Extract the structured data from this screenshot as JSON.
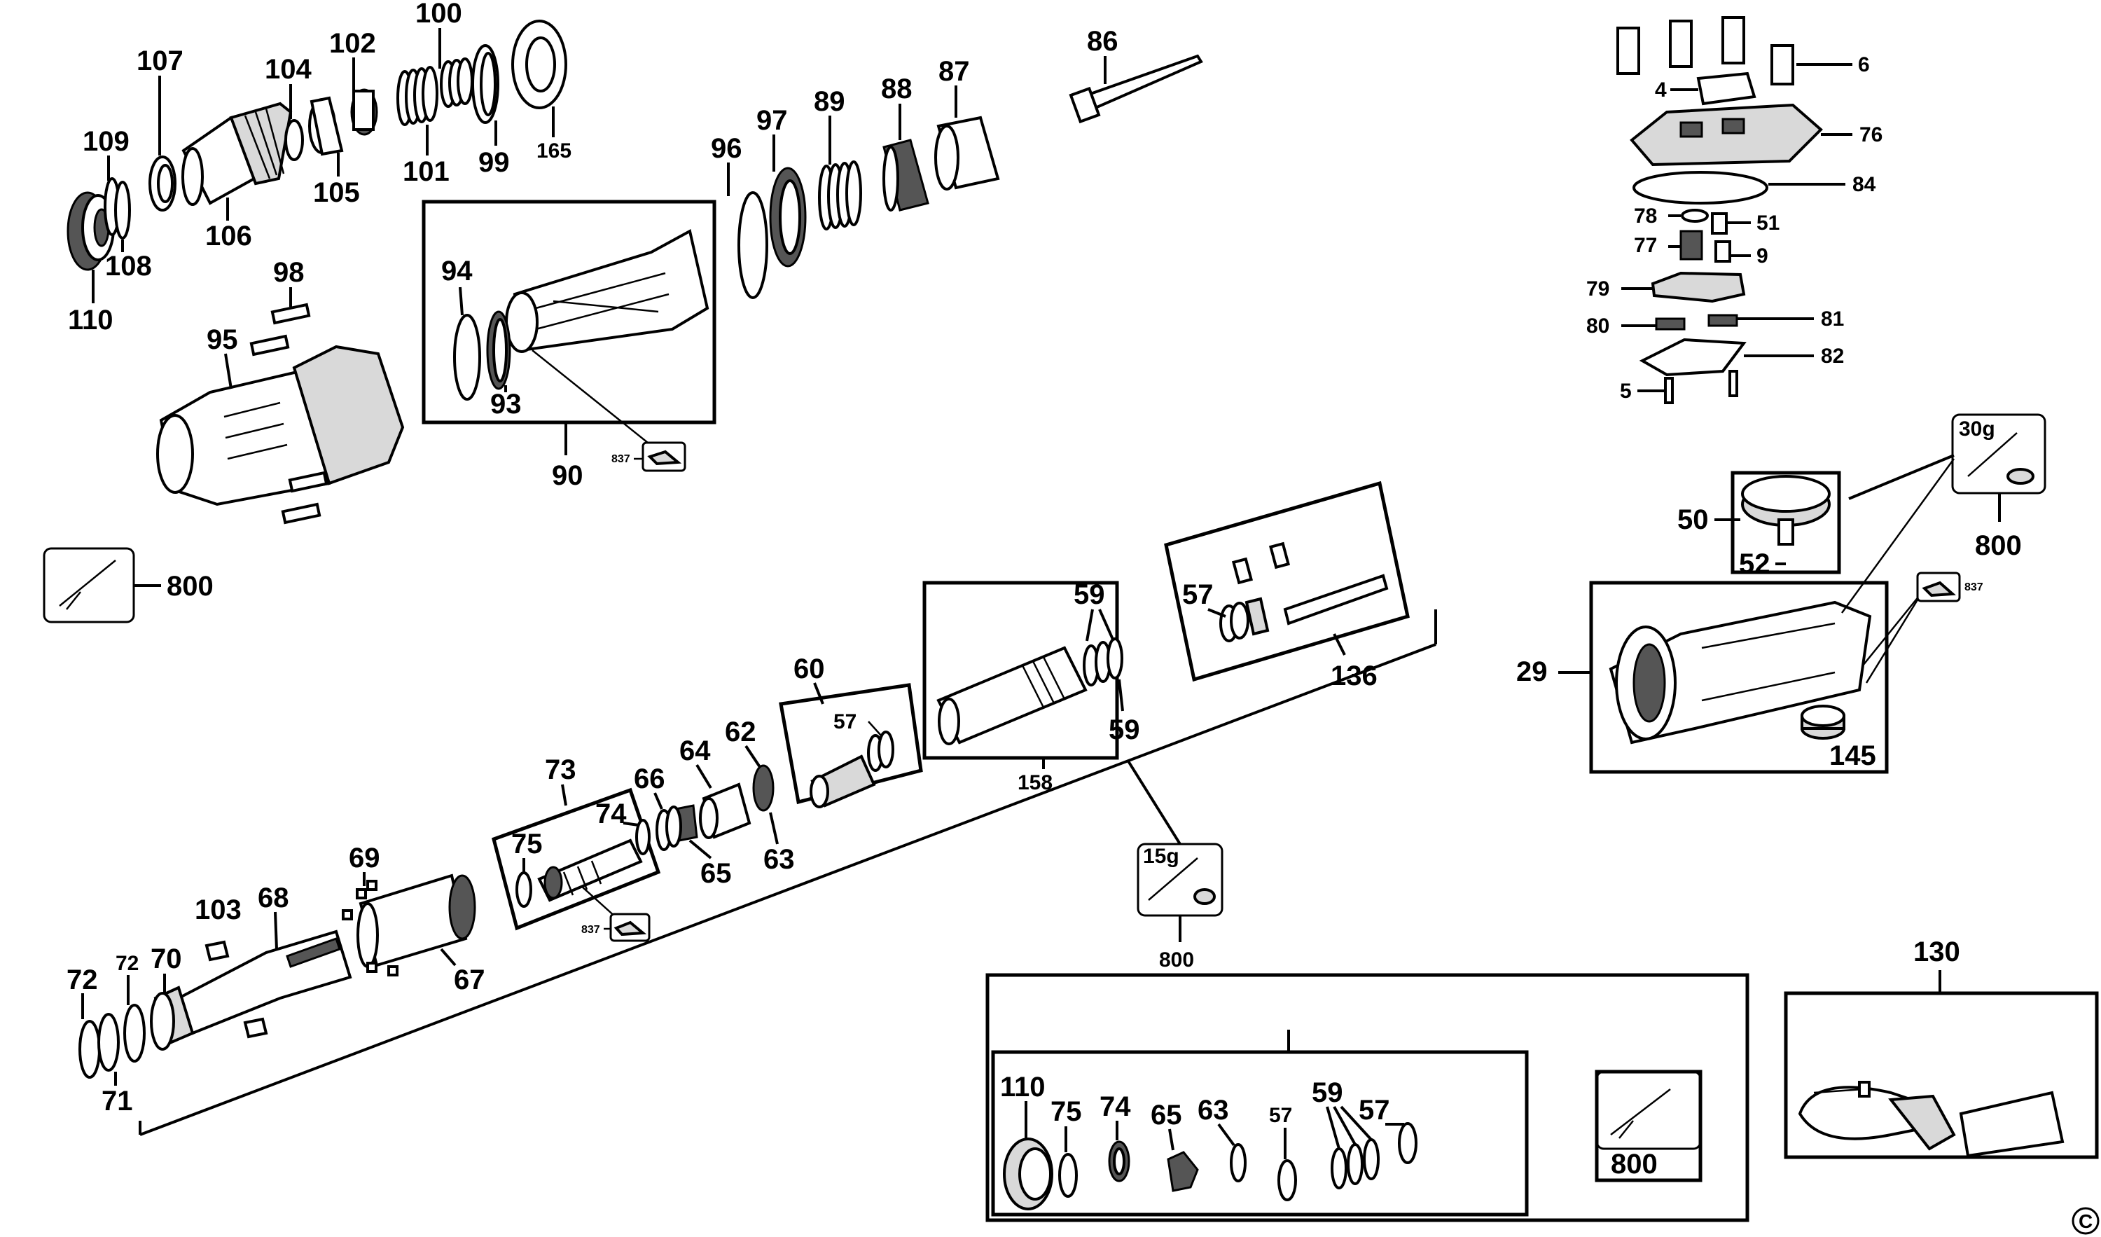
{
  "labels": {
    "p100": "100",
    "p102": "102",
    "p107": "107",
    "p104": "104",
    "p109": "109",
    "p108": "108",
    "p110": "110",
    "p106": "106",
    "p105": "105",
    "p101": "101",
    "p99": "99",
    "p165": "165",
    "p98": "98",
    "p95": "95",
    "p94": "94",
    "p93": "93",
    "p90": "90",
    "p837a": "837",
    "p96": "96",
    "p97": "97",
    "p89": "89",
    "p88": "88",
    "p87": "87",
    "p86": "86",
    "p6": "6",
    "p4": "4",
    "p76": "76",
    "p84": "84",
    "p78": "78",
    "p51": "51",
    "p77": "77",
    "p9": "9",
    "p79": "79",
    "p80": "80",
    "p81": "81",
    "p82": "82",
    "p5": "5",
    "g30": "30g",
    "p800a": "800",
    "p50": "50",
    "p52": "52",
    "p837b": "837",
    "p29": "29",
    "p145": "145",
    "p800b": "800",
    "p59a": "59",
    "p59b": "59",
    "p57a": "57",
    "p136": "136",
    "p158": "158",
    "p60": "60",
    "p57b": "57",
    "p64": "64",
    "p62": "62",
    "p73": "73",
    "p66": "66",
    "p74": "74",
    "p75": "75",
    "p65": "65",
    "p63": "63",
    "p837c": "837",
    "p69": "69",
    "p103": "103",
    "p68": "68",
    "p67": "67",
    "p72a": "72",
    "p72b": "72",
    "p70": "70",
    "p71": "71",
    "g15": "15g",
    "p800c": "800",
    "p130": "130",
    "k110": "110",
    "k75": "75",
    "k74": "74",
    "k65": "65",
    "k63": "63",
    "k57a": "57",
    "k59": "59",
    "k57b": "57",
    "k800": "800",
    "copyright": "C"
  }
}
